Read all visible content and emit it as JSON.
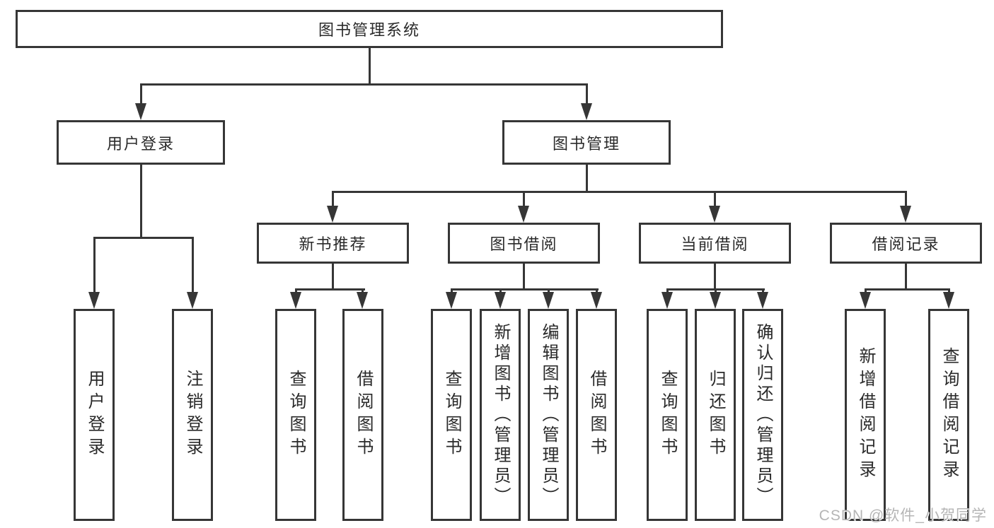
{
  "nodes": {
    "root": "图书管理系统",
    "user_login": "用户登录",
    "book_management": "图书管理",
    "new_book_recommend": "新书推荐",
    "book_borrowing": "图书借阅",
    "current_borrowing": "当前借阅",
    "borrow_records": "借阅记录",
    "leaf_user_login": "用户登录",
    "leaf_logout": "注销登录",
    "nb_query_books": "查询图书",
    "nb_borrow_books": "借阅图书",
    "bb_query_books": "查询图书",
    "bb_add_books": "新增图书（管理员）",
    "bb_edit_books": "编辑图书（管理员）",
    "bb_borrow_books": "借阅图书",
    "cb_query_books": "查询图书",
    "cb_return_books": "归还图书",
    "cb_confirm_return": "确认归还（管理员）",
    "br_add_record": "新增借阅记录",
    "br_query_record": "查询借阅记录"
  },
  "tree": {
    "label": "图书管理系统",
    "children": [
      {
        "label": "用户登录",
        "children": [
          {
            "label": "用户登录"
          },
          {
            "label": "注销登录"
          }
        ]
      },
      {
        "label": "图书管理",
        "children": [
          {
            "label": "新书推荐",
            "children": [
              {
                "label": "查询图书"
              },
              {
                "label": "借阅图书"
              }
            ]
          },
          {
            "label": "图书借阅",
            "children": [
              {
                "label": "查询图书"
              },
              {
                "label": "新增图书（管理员）"
              },
              {
                "label": "编辑图书（管理员）"
              },
              {
                "label": "借阅图书"
              }
            ]
          },
          {
            "label": "当前借阅",
            "children": [
              {
                "label": "查询图书"
              },
              {
                "label": "归还图书"
              },
              {
                "label": "确认归还（管理员）"
              }
            ]
          },
          {
            "label": "借阅记录",
            "children": [
              {
                "label": "新增借阅记录"
              },
              {
                "label": "查询借阅记录"
              }
            ]
          }
        ]
      }
    ]
  },
  "watermark": "CSDN @软件_小贺同学",
  "colors": {
    "line": "#363636",
    "box_border": "#363636",
    "box_bg": "#ffffff",
    "text": "#2a2a2a",
    "watermark": "#b5b5b5",
    "background": "#ffffff"
  }
}
